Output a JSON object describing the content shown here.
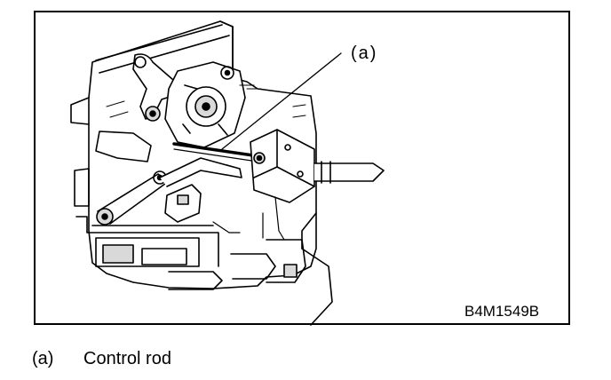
{
  "figure": {
    "callout": "(a)",
    "figure_code": "B4M1549B"
  },
  "legend": [
    {
      "key": "(a)",
      "text": "Control rod"
    }
  ],
  "colors": {
    "ink": "#000000",
    "paper": "#ffffff",
    "shade": "#d9d9d9"
  }
}
